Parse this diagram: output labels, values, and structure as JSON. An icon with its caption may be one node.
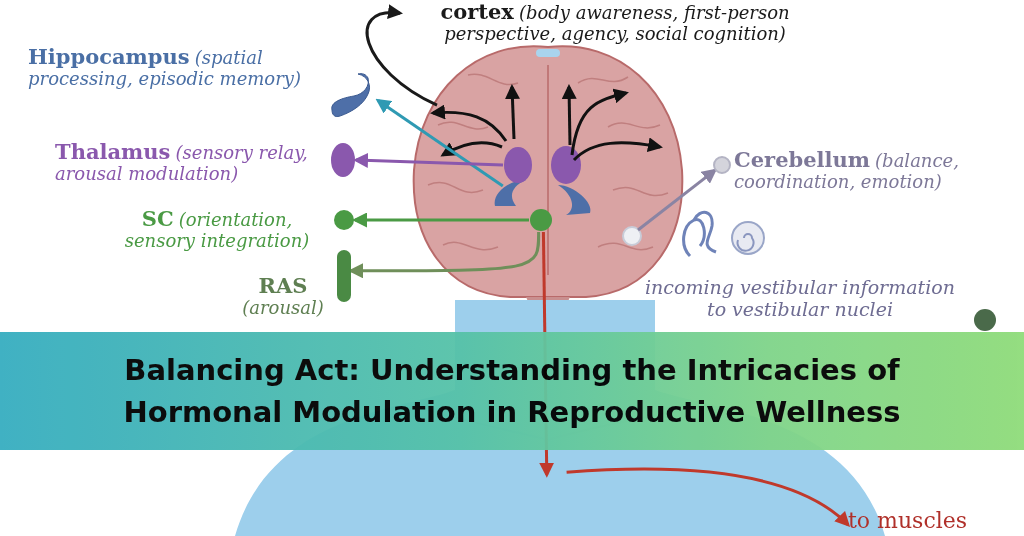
{
  "diagram": {
    "title": "Balancing Act: Understanding the Intricacies of Hormonal Modulation in Reproductive Wellness",
    "nodes": [
      {
        "text": [
          "cortex",
          "(body awareness, first-person perspective, agency, social cognition)"
        ]
      },
      {
        "text": [
          "Hippocampus",
          "(spatial processing, episodic memory)"
        ]
      },
      {
        "text": [],
        "shape": "picture"
      },
      {
        "text": [
          "Thalamus",
          "(sensory relay, arousal modulation)"
        ]
      },
      {
        "text": [],
        "shape": "circle"
      },
      {
        "text": [
          "SC",
          "(orientation, sensory integration)"
        ]
      },
      {
        "text": [],
        "shape": "circle"
      },
      {
        "text": [
          "Cerebellum",
          "(balance, coordination, emotion)"
        ]
      },
      {
        "text": [],
        "shape": "circle"
      },
      {
        "text": [
          "RAS",
          "(arousal)"
        ]
      },
      {
        "text": [],
        "shape": "bar"
      },
      {
        "text": [],
        "shape": "picture"
      },
      {
        "text": [],
        "shape": "circle",
        "in": 11
      },
      {
        "text": [],
        "shape": "picture"
      },
      {
        "text": [
          "to muscles"
        ]
      },
      {
        "text": [],
        "shape": "picture",
        "in": 11
      },
      {
        "text": [],
        "shape": "circle",
        "in": 11
      },
      {
        "text": [],
        "shape": "circle",
        "in": 11
      }
    ],
    "edges": [
      {
        "from": 11,
        "to": 0,
        "arrow": "to",
        "color": "#1a1a1a"
      },
      {
        "from": 15,
        "to": 2,
        "arrow": "to",
        "color": "#2f9ab3"
      },
      {
        "from": 16,
        "to": 4,
        "arrow": "to",
        "color": "#8a58ad"
      },
      {
        "from": 17,
        "to": 6,
        "arrow": "to",
        "color": "#4a9a44"
      },
      {
        "from": 17,
        "to": 10,
        "arrow": "to",
        "color": "#6f8f5a"
      },
      {
        "from": 12,
        "to": 8,
        "arrow": "to",
        "color": "#8a84a3"
      },
      {
        "from": 17,
        "to": 13,
        "arrow": "to",
        "color": "#c0392b"
      },
      {
        "from": 13,
        "to": 14,
        "arrow": "to",
        "color": "#c0392b"
      }
    ],
    "labels": [
      "incoming vestibular information to vestibular nuclei"
    ]
  }
}
